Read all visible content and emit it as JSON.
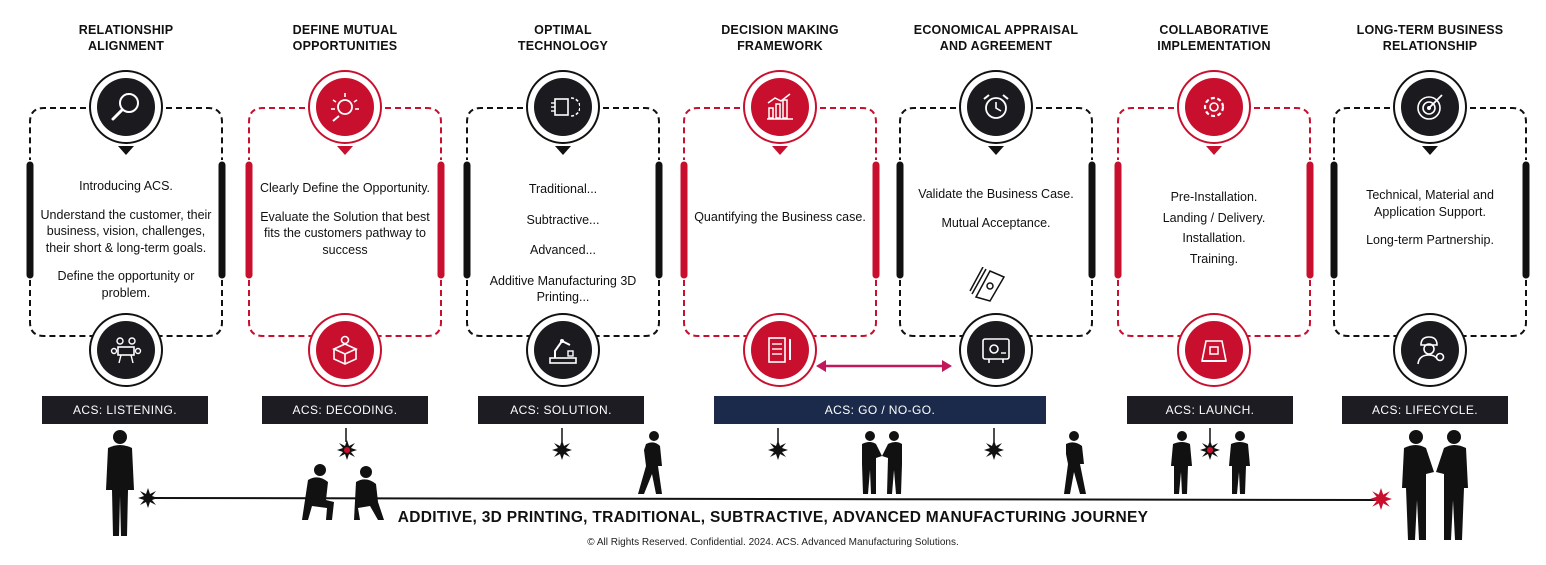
{
  "stages": [
    {
      "title": [
        "RELATIONSHIP",
        "ALIGNMENT"
      ],
      "body": [
        "Introducing ACS.",
        "Understand the customer, their business, vision, challenges, their short & long-term goals.",
        "Define the opportunity or problem."
      ],
      "label": "ACS: LISTENING.",
      "top_icon": "magnifier-icon",
      "bottom_icon": "meeting-icon",
      "accent": "dark"
    },
    {
      "title": [
        "DEFINE MUTUAL",
        "OPPORTUNITIES"
      ],
      "body": [
        "Clearly Define the Opportunity.",
        "Evaluate the Solution that best fits the customers pathway to success"
      ],
      "label": "ACS: DECODING.",
      "top_icon": "lightbulb-icon",
      "bottom_icon": "gear-box-icon",
      "accent": "red"
    },
    {
      "title": [
        "OPTIMAL",
        "TECHNOLOGY"
      ],
      "body": [
        "Traditional...",
        "Subtractive...",
        "Advanced...",
        "Additive Manufacturing 3D Printing..."
      ],
      "label": "ACS: SOLUTION.",
      "top_icon": "chip-icon",
      "bottom_icon": "robot-arm-icon",
      "accent": "dark"
    },
    {
      "title": [
        "DECISION MAKING",
        "FRAMEWORK"
      ],
      "body": [
        "Quantifying the Business case."
      ],
      "label": "ACS: GO / NO-GO.",
      "top_icon": "bar-chart-icon",
      "bottom_icon": "calculator-icon",
      "accent": "red"
    },
    {
      "title": [
        "ECONOMICAL APPRAISAL",
        "AND AGREEMENT"
      ],
      "body": [
        "Validate the Business Case.",
        "Mutual Acceptance."
      ],
      "label": "",
      "top_icon": "alarm-clock-icon",
      "bottom_icon": "gear-screen-icon",
      "accent": "dark"
    },
    {
      "title": [
        "COLLABORATIVE",
        "IMPLEMENTATION"
      ],
      "body": [
        "Pre-Installation.",
        "Landing / Delivery.",
        "Installation.",
        "Training."
      ],
      "label": "ACS: LAUNCH.",
      "top_icon": "gear-cycle-icon",
      "bottom_icon": "printer-icon",
      "accent": "red"
    },
    {
      "title": [
        "LONG-TERM BUSINESS",
        "RELATIONSHIP"
      ],
      "body": [
        "Technical, Material and Application Support.",
        "Long-term Partnership."
      ],
      "label": "ACS: LIFECYCLE.",
      "top_icon": "target-icon",
      "bottom_icon": "engineer-icon",
      "accent": "dark"
    }
  ],
  "journey_title": "ADDITIVE, 3D PRINTING, TRADITIONAL, SUBTRACTIVE, ADVANCED MANUFACTURING JOURNEY",
  "copyright": "© All Rights Reserved. Confidential. 2024. ACS. Advanced Manufacturing Solutions.",
  "colors": {
    "red": "#c8102e",
    "dark": "#1a1a1f",
    "navy": "#1b2a4a",
    "arrow": "#c2185b"
  }
}
